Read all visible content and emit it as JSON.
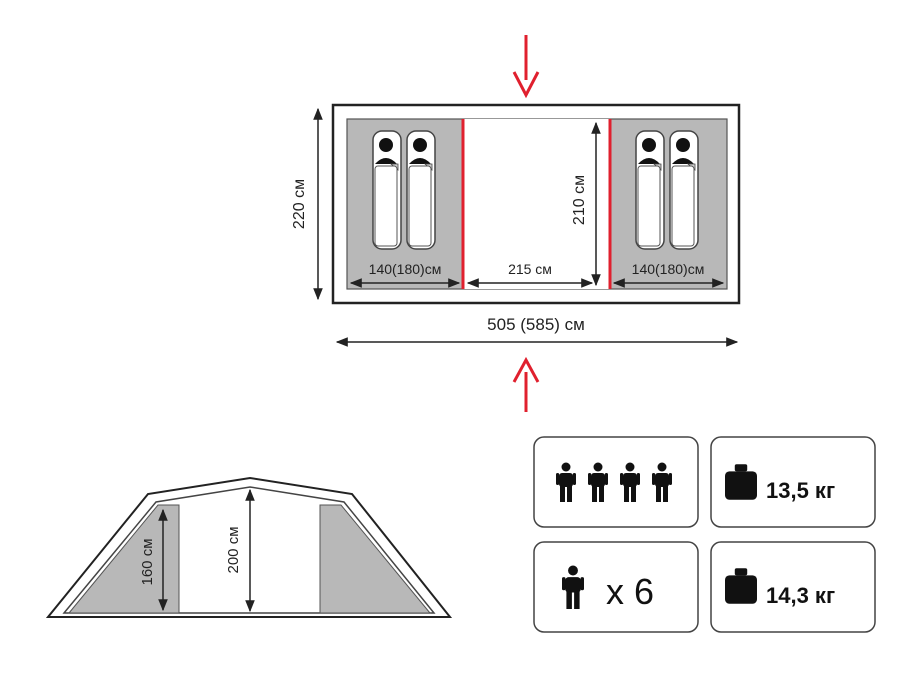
{
  "floor_plan": {
    "width_label": "505 (585) см",
    "depth_label": "220 см",
    "inner_height_label": "210 см",
    "left_compartment_label": "140(180)см",
    "vestibule_label": "215 см",
    "right_compartment_label": "140(180)см",
    "entrance_arrow_color": "#e0202e",
    "divider_color": "#e0202e"
  },
  "side_view": {
    "side_height_label": "160 см",
    "center_height_label": "200 см"
  },
  "specs": {
    "capacity_icon": "four-persons-icon",
    "weight_1_icon": "weight-icon",
    "weight_1_label": "13,5 кг",
    "persons_icon": "person-icon",
    "persons_label": "x 6",
    "weight_2_icon": "weight-icon",
    "weight_2_label": "14,3 кг"
  }
}
